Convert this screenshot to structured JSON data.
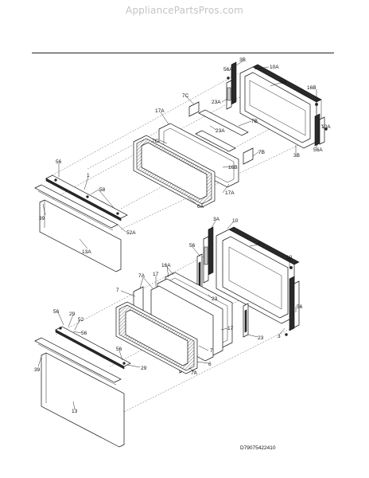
{
  "watermark": "AppliancePartsPros.com",
  "diagram_code": "D79075422410",
  "callouts": [
    "3B",
    "10A",
    "56A",
    "9A",
    "23A",
    "7C",
    "7B",
    "17A",
    "16B",
    "10A",
    "56A",
    "3B",
    "23A",
    "7B",
    "7C",
    "16B",
    "17A",
    "6A",
    "56",
    "1",
    "58",
    "39",
    "52A",
    "13A",
    "3A",
    "10",
    "56",
    "9",
    "16A",
    "7A",
    "17",
    "7",
    "23",
    "10",
    "56",
    "3",
    "17",
    "7",
    "23",
    "56",
    "29",
    "52",
    "56",
    "39",
    "6",
    "56",
    "29",
    "7A",
    "13"
  ]
}
